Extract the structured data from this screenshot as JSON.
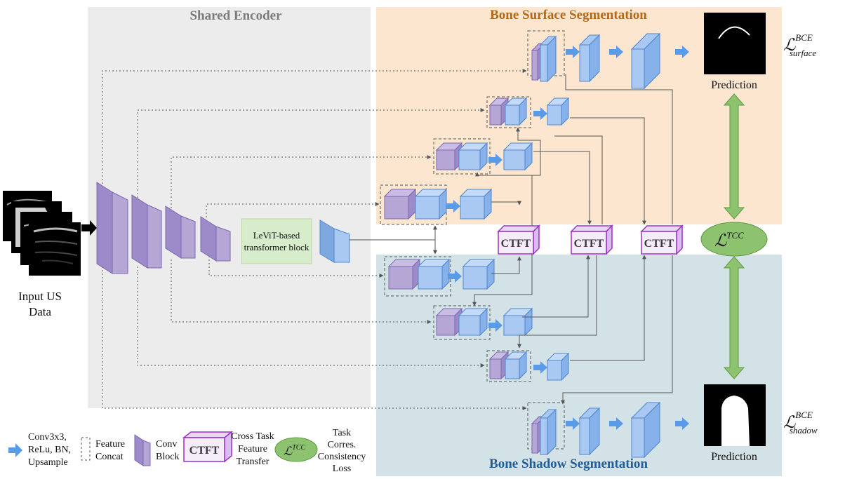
{
  "encoder": {
    "title": "Shared Encoder"
  },
  "surface_branch": {
    "title": "Bone Surface Segmentation",
    "title_color": "#b5671a",
    "bg": "#fde6d0"
  },
  "shadow_branch": {
    "title": "Bone Shadow Segmentation",
    "title_color": "#1f5e99",
    "bg": "#d3e2e6"
  },
  "input": {
    "label_line1": "Input US",
    "label_line2": "Data"
  },
  "transformer": {
    "line1": "LeViT-based",
    "line2": "transformer block"
  },
  "ctft_label": "CTFT",
  "predictions": {
    "surface": "Prediction",
    "shadow": "Prediction"
  },
  "losses": {
    "surface": {
      "sup": "BCE",
      "sub": "surface"
    },
    "shadow": {
      "sup": "BCE",
      "sub": "shadow"
    },
    "tcc": {
      "base": "ℒ",
      "sup": "TCC"
    }
  },
  "legend": {
    "conv_up": [
      "Conv3x3,",
      "ReLu, BN,",
      "Upsample"
    ],
    "concat": [
      "Feature",
      "Concat"
    ],
    "conv_block": [
      "Conv",
      "Block"
    ],
    "ctft": "CTFT",
    "ctft_desc": [
      "Cross Task",
      "Feature",
      "Transfer"
    ],
    "tcc_desc": [
      "Task",
      "Corres.",
      "Consistency",
      "Loss"
    ]
  },
  "colors": {
    "encoder_bg": "#ececec",
    "purple": "#b6a6d6",
    "blue": "#a9c8f2",
    "arrow_blue": "#5a9be8",
    "green": "#8dc26e",
    "ctft_border": "#9b30c8"
  }
}
